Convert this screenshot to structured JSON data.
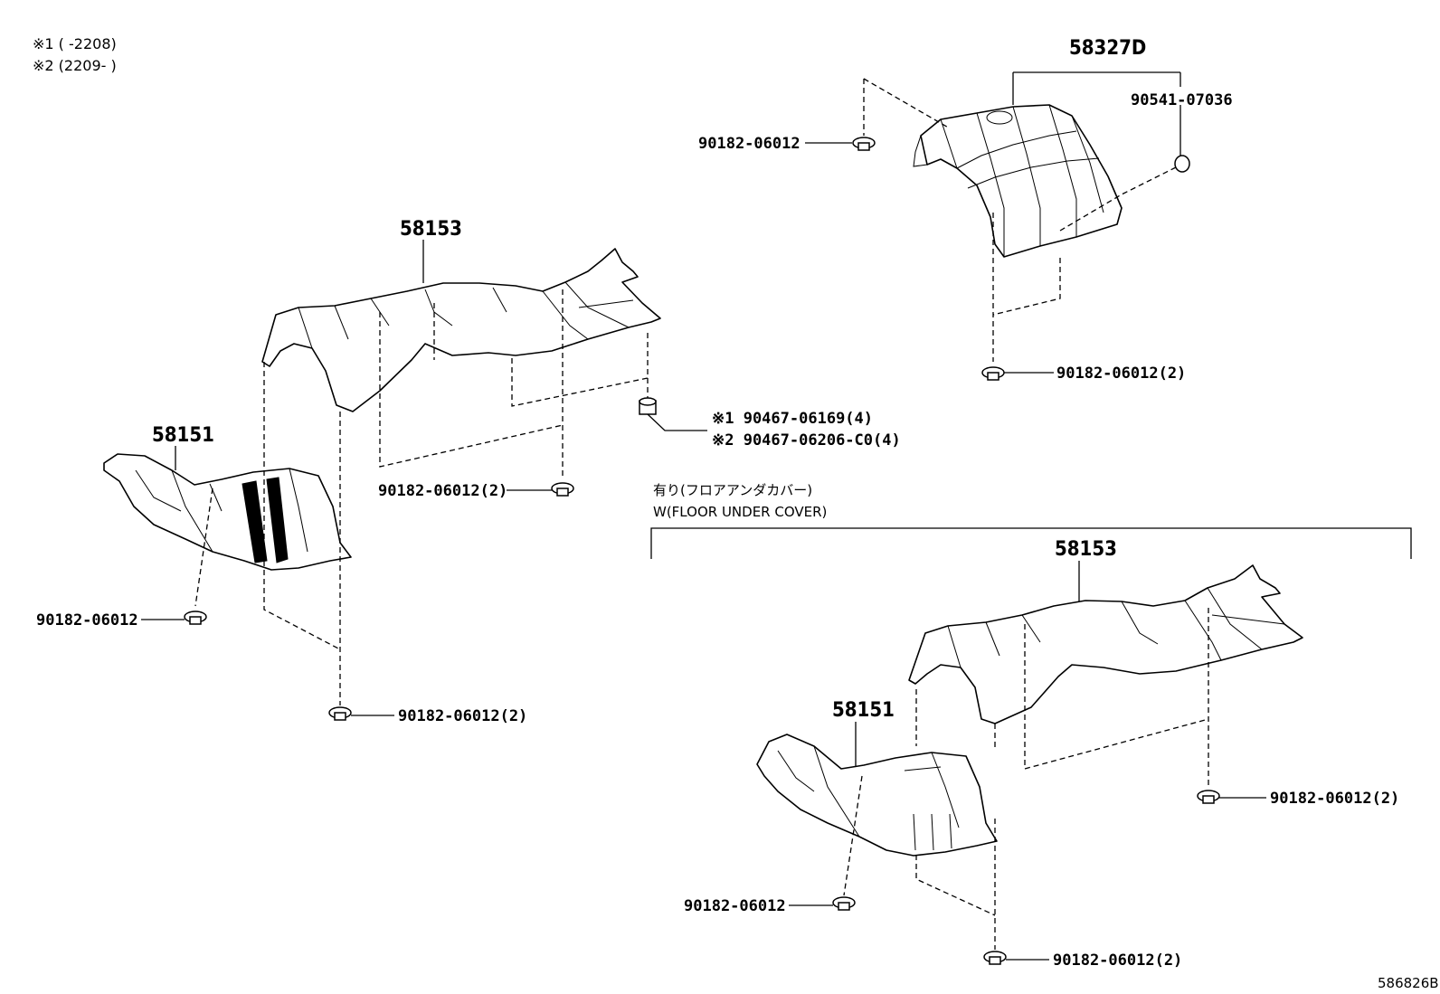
{
  "notes": {
    "note1": "※1 (      -2208)",
    "note2": "※2 (2209-      )"
  },
  "labels": {
    "p58327d": "58327D",
    "p90541": "90541-07036",
    "clip_top_left": "90182-06012",
    "clip_top_right_bottom": "90182-06012(2)",
    "p58153_a": "58153",
    "p58151_a": "58151",
    "nut_note1": "※1 90467-06169(4)",
    "nut_note2": "※2 90467-06206-C0(4)",
    "clip_mid": "90182-06012(2)",
    "clip_left": "90182-06012",
    "clip_bottom_left": "90182-06012(2)",
    "section_jp": "有り(フロアアンダカバー)",
    "section_en": "W(FLOOR UNDER COVER)",
    "p58153_b": "58153",
    "p58151_b": "58151",
    "clip_right_b": "90182-06012(2)",
    "clip_left_b": "90182-06012",
    "clip_bottom_b": "90182-06012(2)",
    "diagram_id": "586826B"
  }
}
